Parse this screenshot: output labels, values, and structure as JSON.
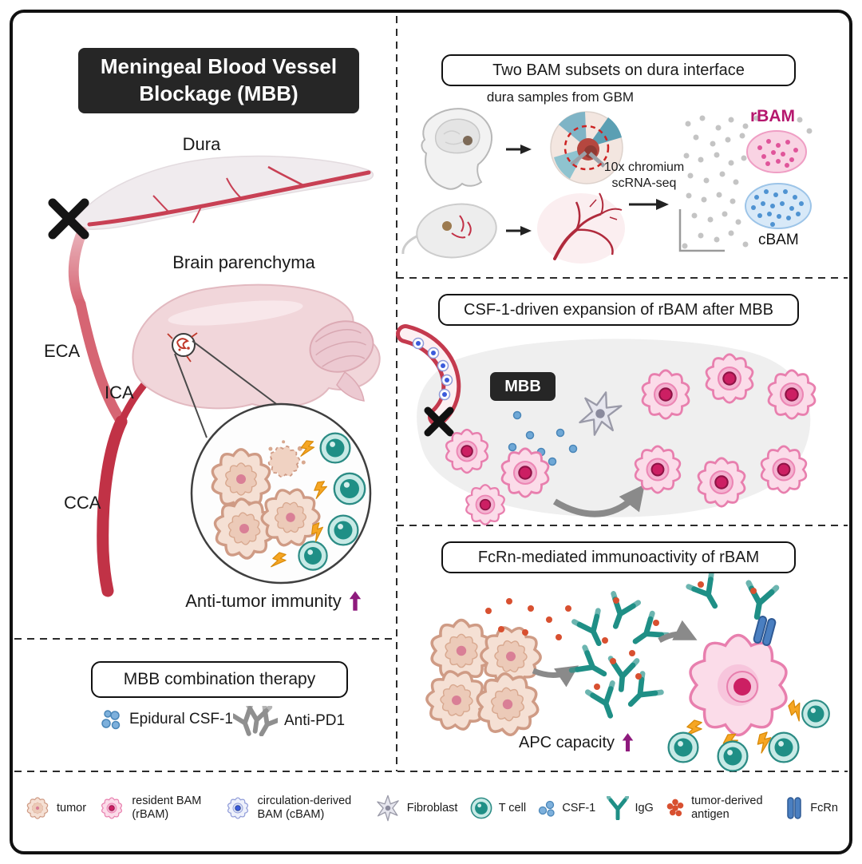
{
  "left": {
    "title_line1": "Meningeal Blood Vessel",
    "title_line2": "Blockage (MBB)",
    "labels": {
      "dura": "Dura",
      "brain": "Brain parenchyma",
      "eca": "ECA",
      "ica": "ICA",
      "cca": "CCA"
    },
    "anti_tumor": "Anti-tumor immunity",
    "therapy": {
      "title": "MBB combination therapy",
      "csf1": "Epidural CSF-1",
      "antipd1": "Anti-PD1"
    }
  },
  "panel_subsets": {
    "title": "Two BAM subsets on dura interface",
    "caption": "dura samples from GBM",
    "method": "10x chromium scRNA-seq",
    "rbam": "rBAM",
    "cbam": "cBAM"
  },
  "panel_expansion": {
    "title": "CSF-1-driven expansion of rBAM after MBB",
    "mbb": "MBB"
  },
  "panel_fcrn": {
    "title": "FcRn-mediated immunoactivity of rBAM",
    "apc": "APC capacity"
  },
  "legend": {
    "items": [
      {
        "name": "tumor",
        "label": "tumor"
      },
      {
        "name": "resident-bam",
        "label": "resident BAM (rBAM)"
      },
      {
        "name": "circulation-derived-bam",
        "label": "circulation-derived BAM (cBAM)"
      },
      {
        "name": "fibroblast",
        "label": "Fibroblast"
      },
      {
        "name": "t-cell",
        "label": "T cell"
      },
      {
        "name": "csf-1",
        "label": "CSF-1"
      },
      {
        "name": "igg",
        "label": "IgG"
      },
      {
        "name": "tumor-derived-antigen",
        "label": "tumor-derived antigen"
      },
      {
        "name": "fcrn",
        "label": "FcRn"
      }
    ]
  },
  "colors": {
    "magenta_accent": "#b5176e",
    "teal": "#1f8f86",
    "purple_arrow": "#8e1a7d",
    "vessel_red": "#c13246",
    "csf1_blue": "#6fa8d6",
    "cbam_blue": "#4f93d2",
    "bolt_orange": "#f6a623",
    "box_black": "#1a1a1a"
  }
}
